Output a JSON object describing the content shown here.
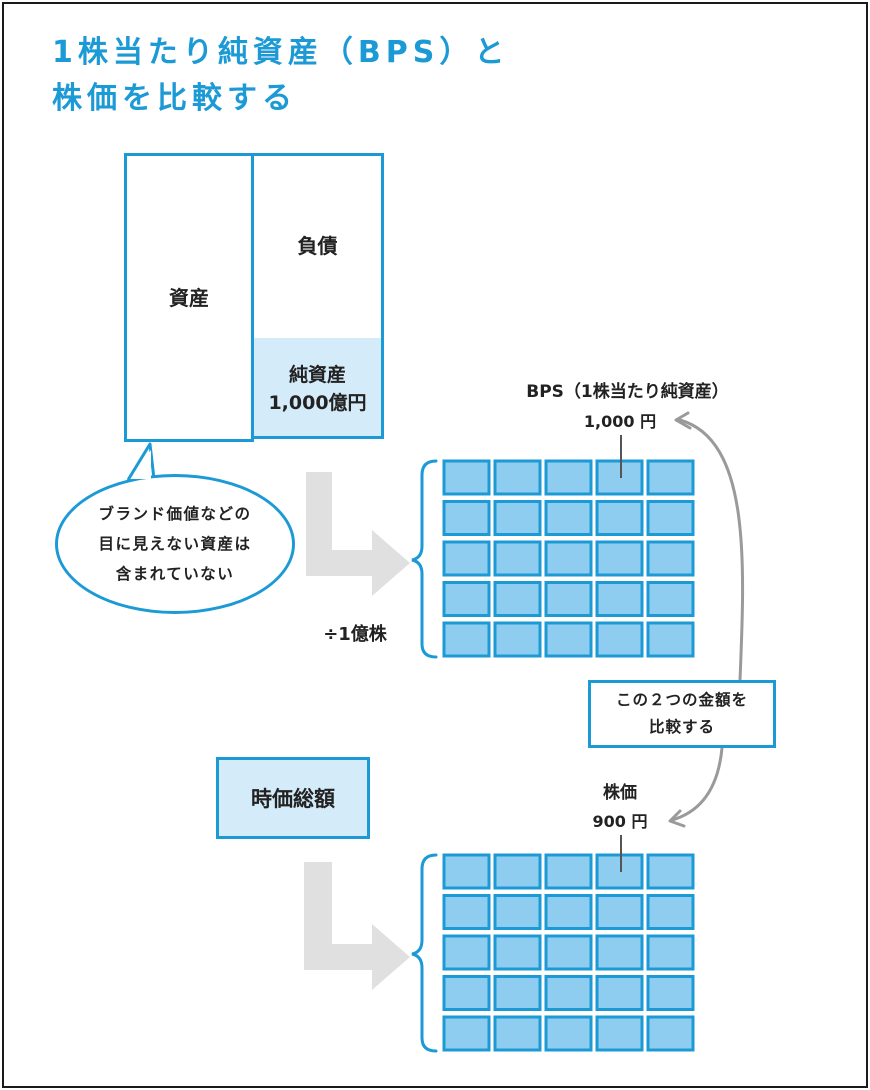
{
  "title": {
    "line1": "1株当たり純資産（BPS）と",
    "line2": "株価を比較する"
  },
  "balance_sheet": {
    "assets": "資産",
    "liabilities": "負債",
    "net_assets": "純資産",
    "net_assets_value": "1,000億円"
  },
  "bubble": {
    "line1": "ブランド価値などの",
    "line2": "目に見えない資産は",
    "line3": "含まれていない"
  },
  "divide_label": "÷1億株",
  "bps_label": "BPS（1株当たり純資産）",
  "bps_value": "1,000 円",
  "compare_box": {
    "line1": "この２つの金額を",
    "line2": "比較する"
  },
  "market_cap": "時価総額",
  "stock_price_label": "株価",
  "stock_price_value": "900 円",
  "colors": {
    "accent": "#1c9ad6",
    "cell_fill": "#8fcdf0",
    "light_fill": "#d4ebfa",
    "arrow_gray": "#e0e0e0",
    "curve_gray": "#9a9a9a"
  }
}
